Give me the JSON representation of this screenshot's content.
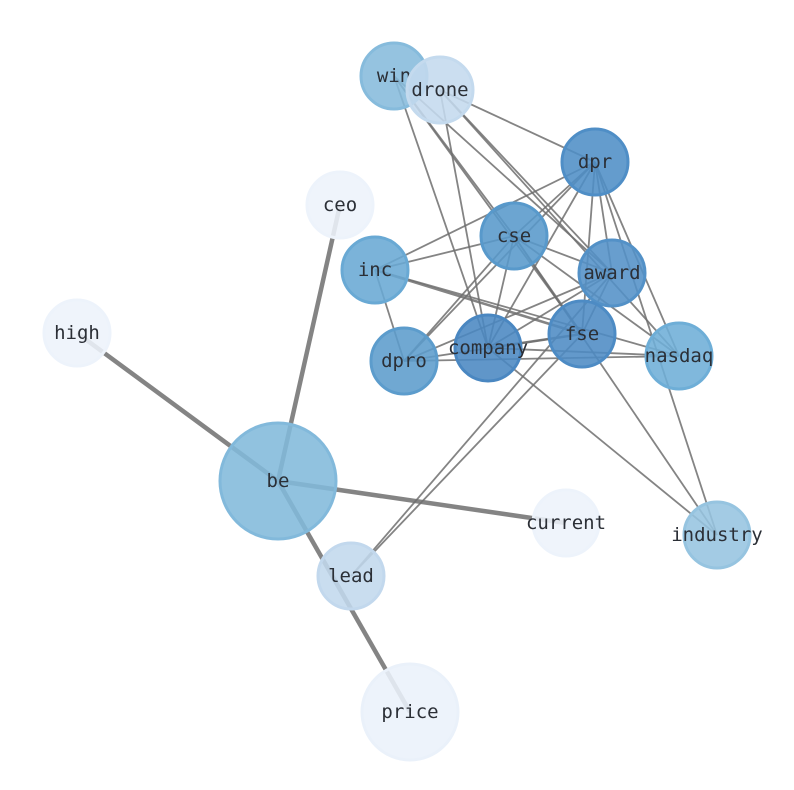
{
  "graph": {
    "nodes": [
      {
        "id": "win",
        "label": "win",
        "color": "#86bbdc"
      },
      {
        "id": "drone",
        "label": "drone",
        "color": "#c4daee"
      },
      {
        "id": "dpr",
        "label": "dpr",
        "color": "#4f8ec6"
      },
      {
        "id": "ceo",
        "label": "ceo",
        "color": "#edf3fb"
      },
      {
        "id": "cse",
        "label": "cse",
        "color": "#5899cb"
      },
      {
        "id": "inc",
        "label": "inc",
        "color": "#69a9d4"
      },
      {
        "id": "award",
        "label": "award",
        "color": "#5391c7"
      },
      {
        "id": "high",
        "label": "high",
        "color": "#edf3fb"
      },
      {
        "id": "fse",
        "label": "fse",
        "color": "#4d8bc4"
      },
      {
        "id": "company",
        "label": "company",
        "color": "#4a87c1"
      },
      {
        "id": "nasdaq",
        "label": "nasdaq",
        "color": "#6eaed7"
      },
      {
        "id": "dpro",
        "label": "dpro",
        "color": "#5c9ccc"
      },
      {
        "id": "be",
        "label": "be",
        "color": "#82b9db"
      },
      {
        "id": "current",
        "label": "current",
        "color": "#edf3fb"
      },
      {
        "id": "industry",
        "label": "industry",
        "color": "#96c4e0"
      },
      {
        "id": "lead",
        "label": "lead",
        "color": "#c2d8ed"
      },
      {
        "id": "price",
        "label": "price",
        "color": "#eaf1fa"
      }
    ],
    "edges": [
      [
        "win",
        "company",
        1
      ],
      [
        "win",
        "award",
        1
      ],
      [
        "win",
        "fse",
        1
      ],
      [
        "win",
        "cse",
        1
      ],
      [
        "drone",
        "dpr",
        1
      ],
      [
        "drone",
        "company",
        1
      ],
      [
        "drone",
        "award",
        1
      ],
      [
        "drone",
        "nasdaq",
        1
      ],
      [
        "dpr",
        "inc",
        1
      ],
      [
        "dpr",
        "cse",
        1
      ],
      [
        "dpr",
        "dpro",
        1
      ],
      [
        "dpr",
        "company",
        1
      ],
      [
        "dpr",
        "fse",
        1
      ],
      [
        "dpr",
        "award",
        1
      ],
      [
        "dpr",
        "nasdaq",
        1
      ],
      [
        "dpr",
        "industry",
        1
      ],
      [
        "cse",
        "inc",
        1
      ],
      [
        "cse",
        "award",
        1
      ],
      [
        "cse",
        "dpro",
        1
      ],
      [
        "cse",
        "company",
        1
      ],
      [
        "cse",
        "fse",
        1
      ],
      [
        "cse",
        "nasdaq",
        1
      ],
      [
        "cse",
        "industry",
        1
      ],
      [
        "inc",
        "dpro",
        1
      ],
      [
        "inc",
        "fse",
        2
      ],
      [
        "inc",
        "nasdaq",
        1
      ],
      [
        "award",
        "company",
        1
      ],
      [
        "award",
        "fse",
        1
      ],
      [
        "award",
        "lead",
        1
      ],
      [
        "award",
        "dpro",
        1
      ],
      [
        "fse",
        "company",
        2
      ],
      [
        "fse",
        "lead",
        1
      ],
      [
        "company",
        "nasdaq",
        1
      ],
      [
        "dpro",
        "nasdaq",
        1
      ],
      [
        "company",
        "industry",
        1
      ],
      [
        "dpro",
        "fse",
        1
      ],
      [
        "be",
        "ceo",
        3
      ],
      [
        "be",
        "high",
        3
      ],
      [
        "be",
        "current",
        3
      ],
      [
        "be",
        "price",
        3
      ]
    ]
  }
}
